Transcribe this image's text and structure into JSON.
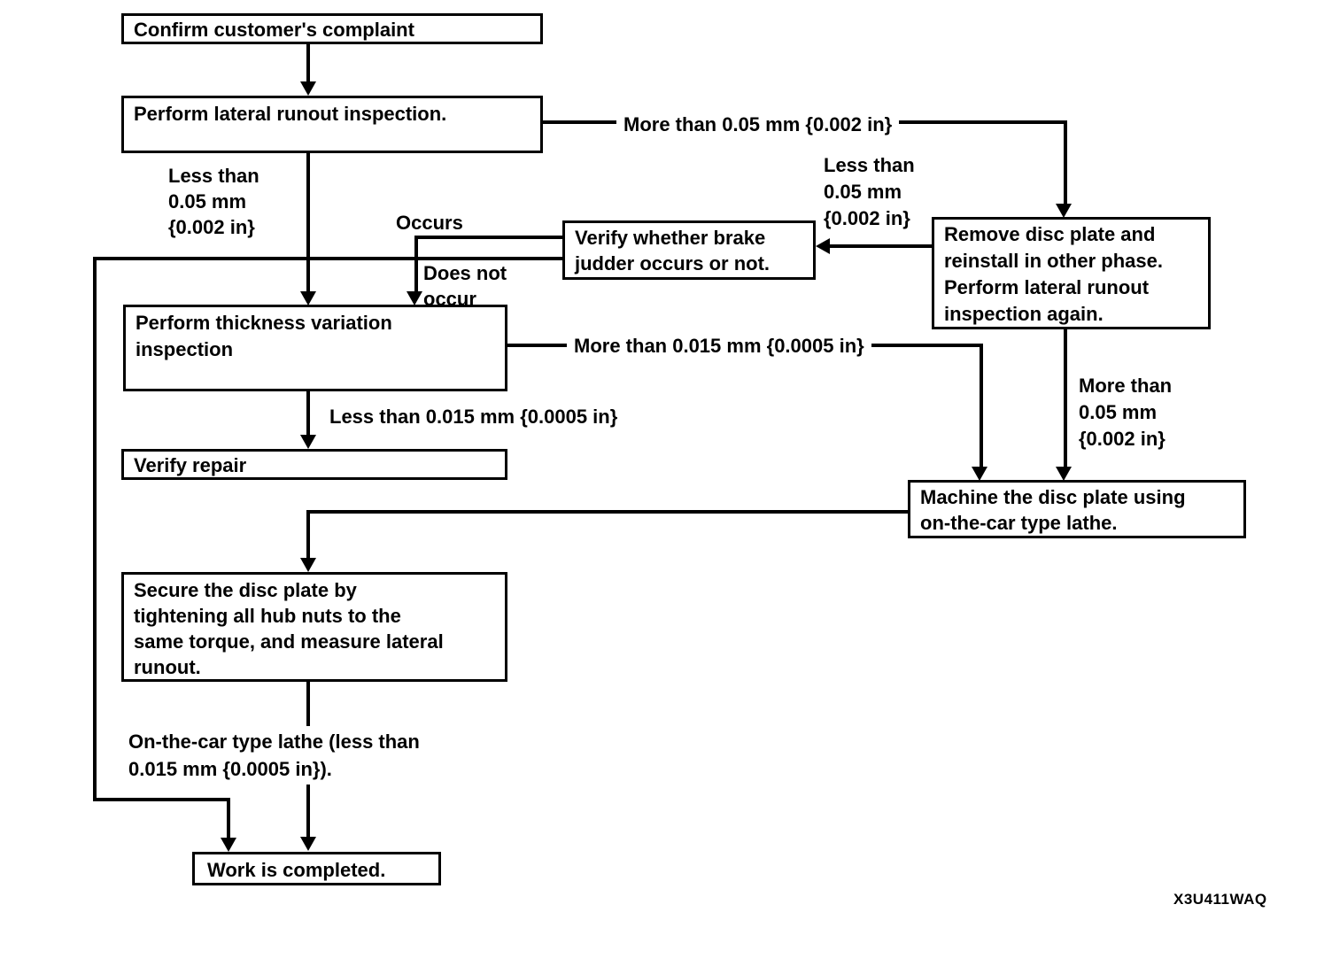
{
  "diagram": {
    "title_semantic": "Brake disc plate lateral runout / judder diagnostic flowchart",
    "figure_id": "X3U411WAQ",
    "colors": {
      "ink": "#000000",
      "paper": "#ffffff"
    },
    "nodes": {
      "confirm": "Confirm customer's complaint",
      "lateral": "Perform lateral runout inspection.",
      "judder": "Verify whether brake\njudder occurs or not.",
      "remove": "Remove disc plate and\nreinstall in other phase.\nPerform lateral runout\ninspection again.",
      "thickness": "Perform thickness variation\ninspection",
      "verify_repair": "Verify repair",
      "machine": "Machine the disc plate using\non-the-car type lathe.",
      "secure": "Secure the disc plate by\ntightening all hub nuts to the\nsame torque, and measure lateral\nrunout.",
      "work": "Work is completed."
    },
    "labels": {
      "less_than_005_left": "Less than\n0.05 mm\n{0.002 in}",
      "more_than_005_top": "More than 0.05 mm {0.002 in}",
      "less_than_005_right": "Less than\n0.05 mm\n{0.002 in}",
      "occurs": "Occurs",
      "does_not_occur": "Does not\noccur",
      "more_than_0015": "More than 0.015 mm {0.0005 in}",
      "more_than_005_right": "More than\n0.05 mm\n{0.002 in}",
      "less_than_0015": "Less than 0.015 mm {0.0005 in}",
      "on_the_car": "On-the-car type lathe (less than\n0.015 mm {0.0005 in})."
    }
  }
}
